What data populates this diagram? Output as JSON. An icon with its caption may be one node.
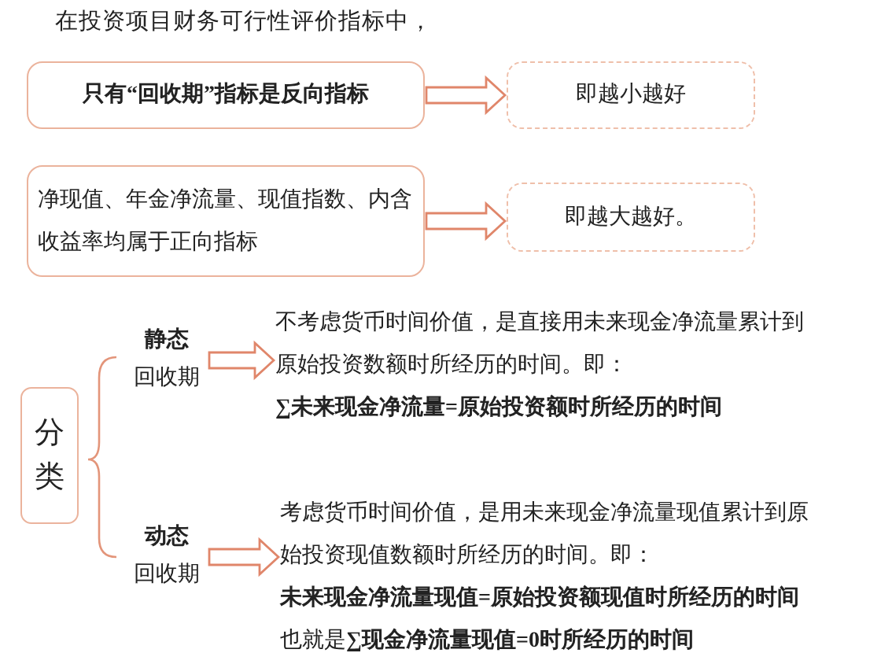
{
  "diagram": {
    "title": "在投资项目财务可行性评价指标中，",
    "nodes": [
      {
        "text": [
          "只有“回收期”指标是反向指标"
        ]
      },
      {
        "text": [
          "即越小越好"
        ]
      },
      {
        "text": [
          "净现值、年金净流量、现值指数、内含收益率均属于正向指标"
        ]
      },
      {
        "text": [
          "即越大越好。"
        ]
      },
      {
        "text": [
          "分类"
        ]
      },
      {
        "text": [
          "静态",
          "回收期"
        ]
      },
      {
        "text": [
          "不考虑货币时间价值，是直接用未来现金净流量累计到原始投资数额时所经历的时间。即：",
          "∑未来现金净流量=原始投资额时所经历的时间"
        ]
      },
      {
        "text": [
          "动态",
          "回收期"
        ]
      },
      {
        "text": [
          "考虑货币时间价值，是用未来现金净流量现值累计到原始投资现值数额时所经历的时间。即：",
          "未来现金净流量现值=原始投资额现值时所经历的时间",
          "也就是**∑现金净流量现值=0时所经历的时间**"
        ]
      }
    ],
    "edges": [
      {
        "from": 0,
        "to": 1,
        "arrow": "to"
      },
      {
        "from": 2,
        "to": 3,
        "arrow": "to"
      },
      {
        "from": 5,
        "to": 6,
        "arrow": "to"
      },
      {
        "from": 7,
        "to": 8,
        "arrow": "to"
      }
    ]
  }
}
